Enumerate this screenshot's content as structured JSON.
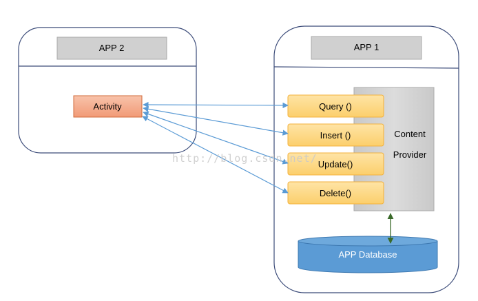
{
  "app2": {
    "title": "APP 2",
    "activity": "Activity"
  },
  "app1": {
    "title": "APP 1",
    "methods": [
      "Query ()",
      "Insert ()",
      "Update()",
      "Delete()"
    ],
    "provider_line1": "Content",
    "provider_line2": "Provider",
    "database": "APP Database"
  },
  "watermark": "http://blog.csdn.net/",
  "colors": {
    "frame_stroke": "#3a4a78",
    "header_fill": "#d0d0d0",
    "activity_fill": "#f4ad8f",
    "activity_stroke": "#d06a3a",
    "method_fill": "#fdd984",
    "method_stroke": "#f3b13b",
    "provider_fill": "#d3d3d3",
    "database_fill": "#5b9bd5",
    "database_top": "#6ea9dc",
    "arrow_blue": "#5b9bd5",
    "arrow_green": "#3a6a2a"
  }
}
